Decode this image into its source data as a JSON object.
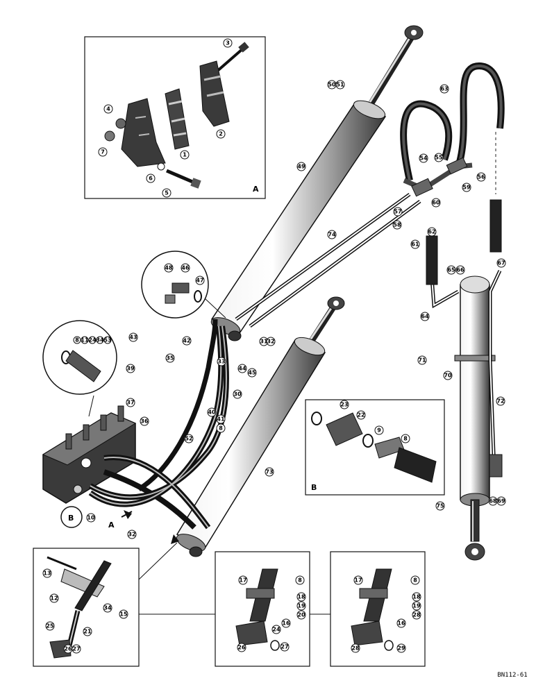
{
  "colors": {
    "ink": "#111111",
    "paper": "#ffffff",
    "shade": "#bdbdbd",
    "dark": "#2a2a2a"
  },
  "drawing_code": "BN112-61",
  "panel_letters": {
    "a": "A",
    "b": "B"
  },
  "callouts": {
    "c1": "1",
    "c2": "2",
    "c3": "3",
    "c4": "4",
    "c5": "5",
    "c6": "6",
    "c7": "7",
    "c8": "8",
    "c9": "9",
    "c10": "10",
    "c12": "12",
    "c13": "13",
    "c15": "15",
    "c16": "16",
    "c17": "17",
    "c18": "18",
    "c19": "19",
    "c20": "20",
    "c21": "21",
    "c22": "22",
    "c23": "23",
    "c24": "24",
    "c25": "25",
    "c26": "26",
    "c27": "27",
    "c28": "28",
    "c29": "29",
    "c30": "30",
    "c31": "31",
    "c32": "32",
    "c33": "33",
    "c34": "34",
    "c35": "35",
    "c36": "36",
    "c37": "37",
    "c39": "39",
    "c40": "40",
    "c41": "41",
    "c42": "42",
    "c43": "43",
    "c44": "44",
    "c45": "45",
    "c46": "46",
    "c47": "47",
    "c48": "48",
    "c49": "49",
    "c50": "50",
    "c51": "51",
    "c52": "52",
    "c53": "53",
    "c54": "54",
    "c55": "55",
    "c56": "56",
    "c57": "57",
    "c58": "58",
    "c59": "59",
    "c60": "60",
    "c61": "61",
    "c62": "62",
    "c63": "63",
    "c64": "64",
    "c65": "65",
    "c66": "66",
    "c67": "67",
    "c68": "68",
    "c69": "69",
    "c70": "70",
    "c71": "71",
    "c72": "72",
    "c73": "73",
    "c74": "74",
    "c75": "75"
  }
}
